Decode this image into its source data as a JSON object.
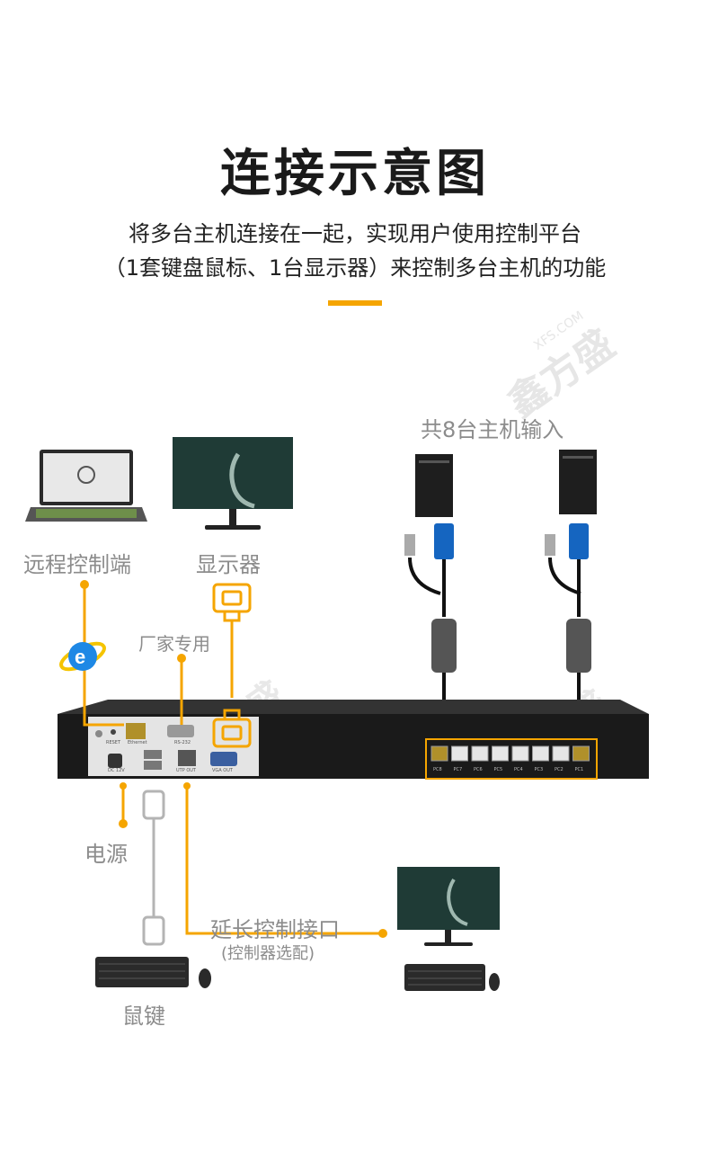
{
  "heading": {
    "title": "连接示意图",
    "line1": "将多台主机连接在一起，实现用户使用控制平台",
    "line2": "（1套键盘鼠标、1台显示器）来控制多台主机的功能"
  },
  "labels": {
    "hosts": "共8台主机输入",
    "remote": "远程控制端",
    "monitor": "显示器",
    "vendor": "厂家专用",
    "power": "电源",
    "extension": "延长控制接口",
    "extension_note": "(控制器选配)",
    "keyboard_mouse": "鼠键"
  },
  "panel": {
    "reset": "RESET",
    "ethernet": "Ethernet",
    "rs232": "RS-232",
    "dc": "DC 12V",
    "utp_out": "UTP OUT",
    "vga_out": "VGA OUT",
    "ports": [
      "PC8",
      "PC7",
      "PC6",
      "PC5",
      "PC4",
      "PC3",
      "PC2",
      "PC1"
    ]
  },
  "watermark": {
    "brand": "鑫方盛",
    "site": "XFS.COM"
  },
  "colors": {
    "accent": "#f5a500",
    "gray_line": "#b4b4b4",
    "device_dark": "#1e1e1e"
  }
}
